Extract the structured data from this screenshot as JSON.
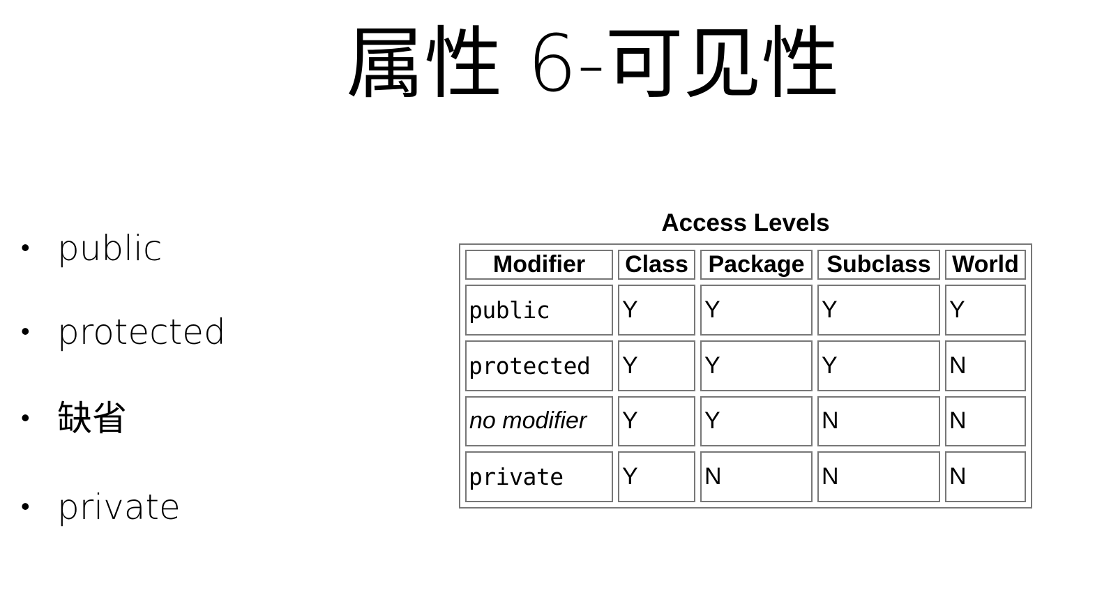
{
  "slide": {
    "title": "属性 6-可见性"
  },
  "bullets": [
    {
      "text": "public"
    },
    {
      "text": "protected"
    },
    {
      "text": "缺省"
    },
    {
      "text": "private"
    }
  ],
  "bullet_glyph": "•",
  "table": {
    "caption": "Access Levels",
    "headers": [
      "Modifier",
      "Class",
      "Package",
      "Subclass",
      "World"
    ],
    "rows": [
      {
        "modifier": "public",
        "style": "code",
        "cells": [
          "Y",
          "Y",
          "Y",
          "Y"
        ]
      },
      {
        "modifier": "protected",
        "style": "code",
        "cells": [
          "Y",
          "Y",
          "Y",
          "N"
        ]
      },
      {
        "modifier": "no modifier",
        "style": "italic",
        "cells": [
          "Y",
          "Y",
          "N",
          "N"
        ]
      },
      {
        "modifier": "private",
        "style": "code",
        "cells": [
          "Y",
          "N",
          "N",
          "N"
        ]
      }
    ]
  },
  "colors": {
    "background": "#ffffff",
    "text": "#000000",
    "table_border": "#777777"
  }
}
